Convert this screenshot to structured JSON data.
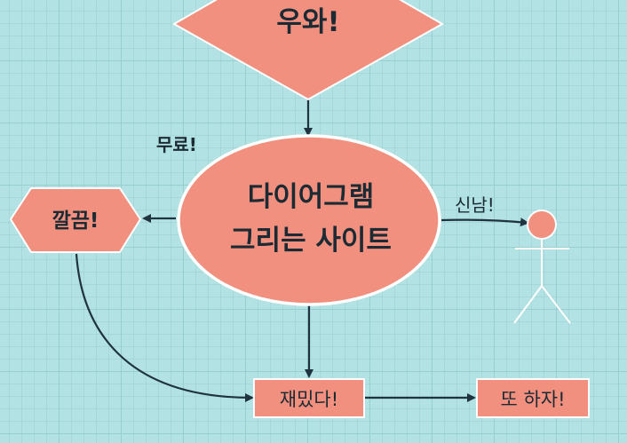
{
  "diagram": {
    "nodes": {
      "wow": {
        "label": "우와!",
        "shape": "diamond"
      },
      "main": {
        "lines": [
          "다이어그램",
          "그리는 사이트"
        ],
        "shape": "ellipse"
      },
      "neat": {
        "label": "깔끔!",
        "shape": "hexagon"
      },
      "fun": {
        "label": "재밌다!",
        "shape": "rectangle"
      },
      "again": {
        "label": "또 하자!",
        "shape": "rectangle"
      },
      "user": {
        "shape": "stick-figure"
      }
    },
    "edge_labels": {
      "free": "무료!",
      "exciting": "신남!"
    },
    "colors": {
      "background": "#b2e2e3",
      "node_fill": "#f2907f",
      "edge": "#1f3340",
      "text": "#1b2a33"
    }
  }
}
